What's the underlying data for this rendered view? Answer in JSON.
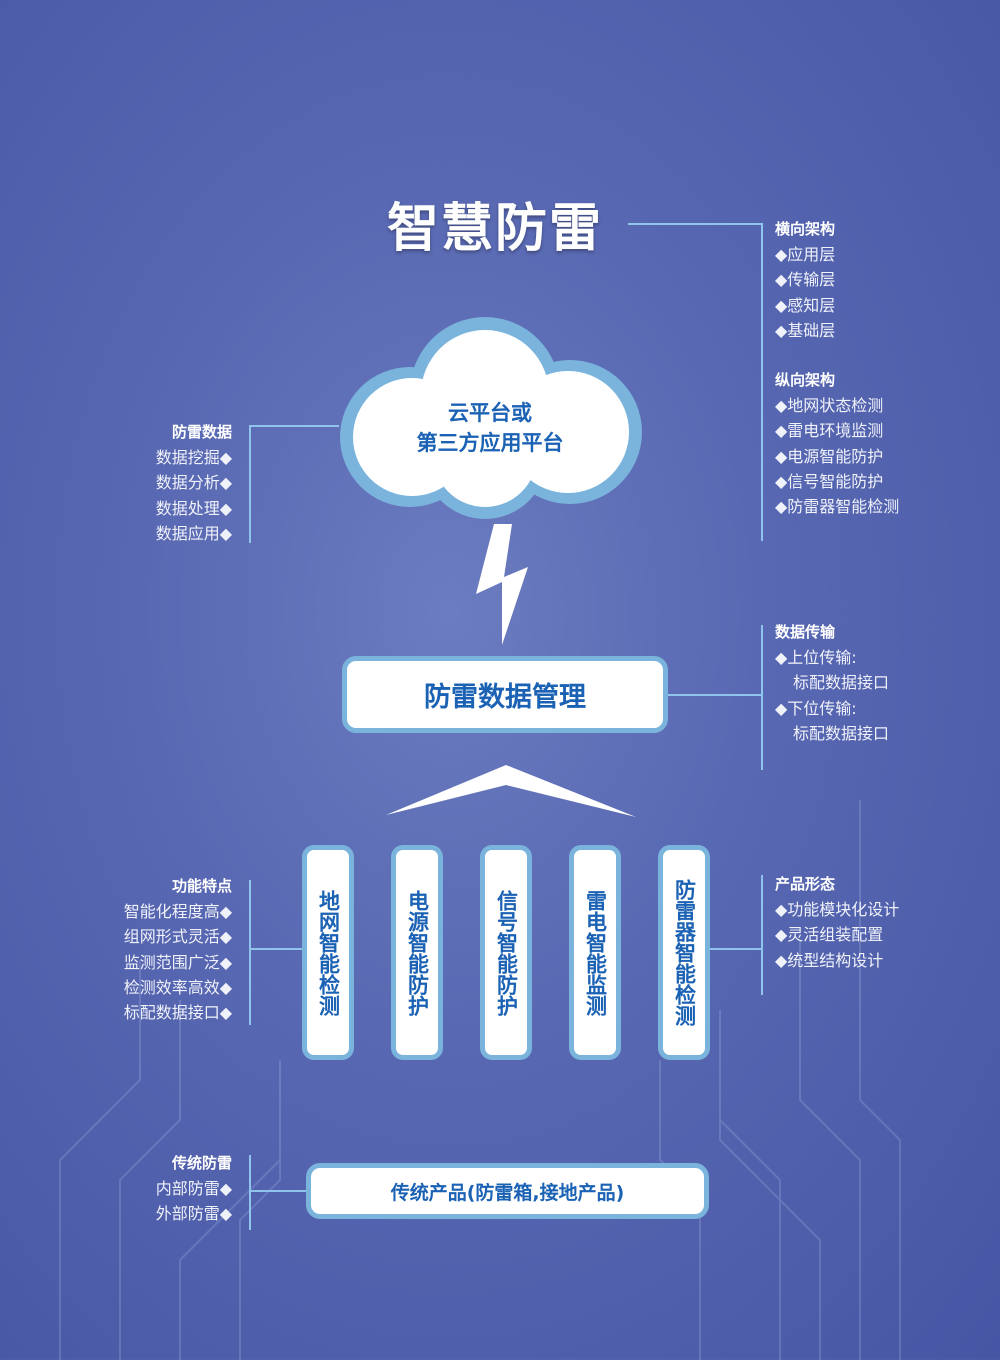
{
  "title": "智慧防雷",
  "cloud": {
    "line1": "云平台或",
    "line2": "第三方应用平台"
  },
  "data_management": "防雷数据管理",
  "pillars": [
    "地网智能检测",
    "电源智能防护",
    "信号智能防护",
    "雷电智能监测",
    "防雷器智能检测"
  ],
  "traditional_box": "传统产品(防雷箱,接地产品)",
  "right_blocks": {
    "horizontal": {
      "heading": "横向架构",
      "items": [
        "◆应用层",
        "◆传输层",
        "◆感知层",
        "◆基础层"
      ]
    },
    "vertical": {
      "heading": "纵向架构",
      "items": [
        "◆地网状态检测",
        "◆雷电环境监测",
        "◆电源智能防护",
        "◆信号智能防护",
        "◆防雷器智能检测"
      ]
    },
    "transfer": {
      "heading": "数据传输",
      "items": [
        "◆上位传输:",
        "标配数据接口",
        "◆下位传输:",
        "标配数据接口"
      ]
    },
    "product_form": {
      "heading": "产品形态",
      "items": [
        "◆功能模块化设计",
        "◆灵活组装配置",
        "◆统型结构设计"
      ]
    }
  },
  "left_blocks": {
    "lightning_data": {
      "heading": "防雷数据",
      "items": [
        "数据挖掘◆",
        "数据分析◆",
        "数据处理◆",
        "数据应用◆"
      ]
    },
    "features": {
      "heading": "功能特点",
      "items": [
        "智能化程度高◆",
        "组网形式灵活◆",
        "监测范围广泛◆",
        "检测效率高效◆",
        "标配数据接口◆"
      ]
    },
    "traditional": {
      "heading": "传统防雷",
      "items": [
        "内部防雷◆",
        "外部防雷◆"
      ]
    }
  },
  "colors": {
    "accent": "#1b62b4",
    "border": "#7ab4dc",
    "line": "#8fc4ec"
  }
}
